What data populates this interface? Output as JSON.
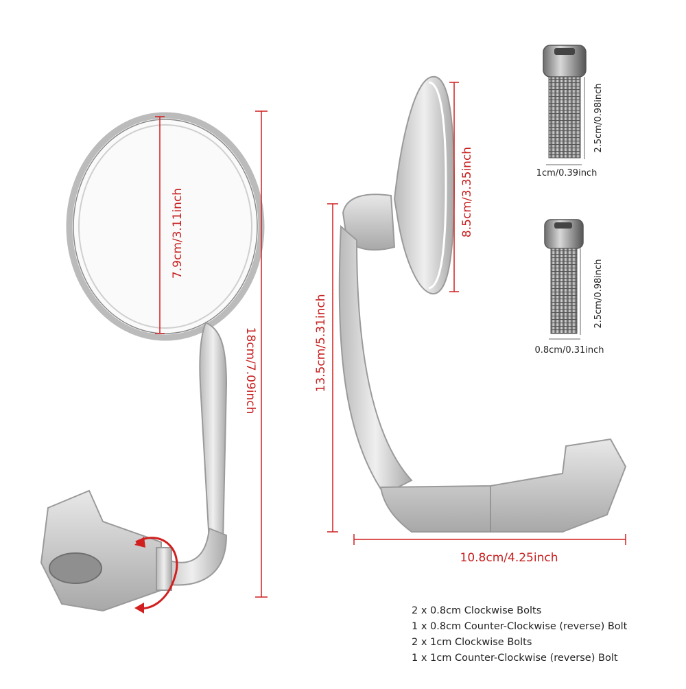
{
  "dimensions": {
    "mirror_diameter": "7.9cm/3.11inch",
    "round_height": "18cm/7.09inch",
    "side_mirror_height": "8.5cm/3.35inch",
    "arm_height": "13.5cm/5.31inch",
    "base_width": "10.8cm/4.25inch"
  },
  "bolts": {
    "large": {
      "length": "2.5cm/0.98inch",
      "diameter": "1cm/0.39inch"
    },
    "small": {
      "length": "2.5cm/0.98inch",
      "diameter": "0.8cm/0.31inch"
    }
  },
  "notes": [
    "2 x 0.8cm Clockwise Bolts",
    "1 x 0.8cm Counter-Clockwise (reverse) Bolt",
    "2 x 1cm Clockwise Bolts",
    "1 x 1cm Counter-Clockwise (reverse) Bolt"
  ],
  "colors": {
    "dimension_line": "#d11f1f",
    "metal": "#cfcfcf",
    "text": "#222222"
  }
}
